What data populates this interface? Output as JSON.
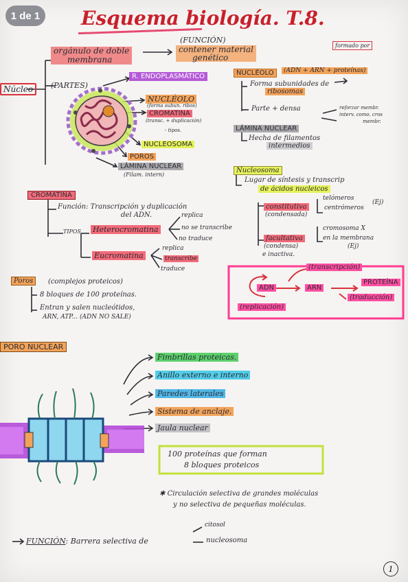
{
  "page_indicator": "1 de 1",
  "title": "Esquema biología. T.8.",
  "nucleo": {
    "root": "Núcleo",
    "organulo": [
      "orgánulo de doble",
      "membrana"
    ],
    "funcion_label": "(FUNCIÓN)",
    "funcion_text": [
      "contener material",
      "genético"
    ],
    "partes_label": "(PARTES)",
    "parts": {
      "reticulo": "R. ENDOPLASMÁTICO",
      "nucleolo": "NUCLÉOLO",
      "nucleolo_note": "(forma subun. ribos)",
      "cromatina": "CROMATINA",
      "cromatina_note1": "(transc. + duplicación)",
      "cromatina_note2": "- tipos.",
      "nucleosoma": "NUCLEOSOMA",
      "poros": "POROS",
      "lamina": "LÁMINA NUCLEAR",
      "lamina_note": "(Filam. intern)"
    }
  },
  "nucleolo_box": {
    "title": "NUCLÉOLO",
    "formula": "(ADN + ARN + proteínas)",
    "formado_por": "formado por",
    "item1": [
      "Forma subunidades de",
      "ribosomas"
    ],
    "item2": "Parte + densa"
  },
  "lamina_box": {
    "title": "LÁMINA NUCLEAR",
    "text": [
      "Hecha de filamentos",
      "intermedios"
    ],
    "note": [
      "reforzar membr.",
      "interv. como. cros",
      "membr."
    ]
  },
  "nucleosoma_box": {
    "title": "Nucleosoma",
    "text": [
      "Lugar de síntesis y transcrip",
      "de ácidos nucleicos"
    ]
  },
  "cromatina_section": {
    "title": "CROMATINA",
    "funcion": "Función: Transcripción y duplicación",
    "funcion2": "del ADN.",
    "tipos": "TIPOS",
    "hetero": "Heterocromatina",
    "hetero_ops": [
      "replica",
      "no se transcribe",
      "no traduce"
    ],
    "eucro": "Eucromatina",
    "eucro_ops": [
      "replica",
      "transcribe",
      "traduce"
    ],
    "constitutiva": "constitutiva",
    "constitutiva_note": "(condensada)",
    "facultativa": "facultativa",
    "facultativa_note1": "(condensa)",
    "facultativa_note2": "e inactiva.",
    "const_ej": [
      "telómeros",
      "centrómeros",
      "(Ej)"
    ],
    "facult_ej": [
      "cromosoma X",
      "en la membrana",
      "(Ej)"
    ]
  },
  "dogma": {
    "adn": "ADN",
    "arn": "ARN",
    "proteina": "PROTEÍNA",
    "transcripcion": "(transcripción)",
    "traduccion": "(traducción)",
    "replicacion": "(replicación)"
  },
  "poros_section": {
    "title": "Poros",
    "subtitle": "(complejos proteicos)",
    "item1": "8 bloques de 100 proteínas.",
    "item2": "Entran y salen nucleótidos,",
    "item3": "ARN, ATP... (ADN NO SALE)"
  },
  "poro_nuclear": {
    "title": "PORO NUCLEAR",
    "labels": [
      "Fimbrillas proteicas.",
      "Anillo externo e interno",
      "Paredes laterales",
      "Sistema de anclaje.",
      "Jaula nuclear"
    ],
    "box": [
      "100 proteínas que forman",
      "8 bloques proteicos"
    ],
    "note": [
      "Circulación selectiva de grandes moléculas",
      "y no selectiva de pequeñas moléculas."
    ],
    "funcion_label": "FUNCIÓN",
    "funcion_text": "Barrera selectiva de",
    "funcion_opts": [
      "citosol",
      "nucleosoma"
    ]
  },
  "page_number": "1",
  "colors": {
    "red": "#d8323c",
    "orange": "#f2a35a",
    "yellow": "#e6f25a",
    "green": "#5cd06c",
    "purple": "#b45ad8",
    "cyan": "#52cde8",
    "pink": "#ff4fa2",
    "grey": "#a9a9ad",
    "lime": "#c6e34d"
  }
}
